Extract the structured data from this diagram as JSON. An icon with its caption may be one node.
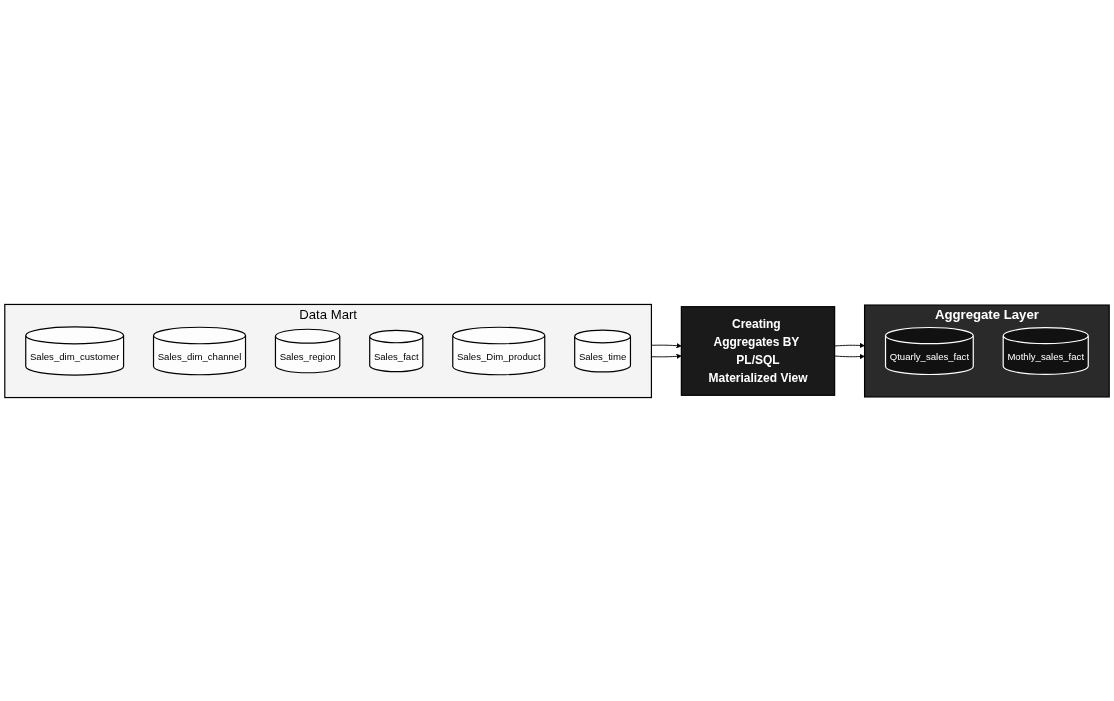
{
  "diagram": {
    "nodes": [
      {
        "text": [
          "Data Mart"
        ]
      },
      {
        "text": [
          "Sales_dim_customer"
        ],
        "in": 0
      },
      {
        "text": [
          "Sales_dim_channel"
        ],
        "in": 0
      },
      {
        "text": [
          "Sales_region"
        ],
        "in": 0
      },
      {
        "text": [
          "Sales_fact"
        ],
        "in": 0
      },
      {
        "text": [
          "Sales_Dim_product"
        ],
        "in": 0
      },
      {
        "text": [
          "Sales_time"
        ],
        "in": 0
      },
      {
        "text": [
          "Creating Aggregates BY PL/SQL",
          "Materialized View"
        ]
      },
      {
        "text": [
          "Aggregate Layer"
        ]
      },
      {
        "text": [
          "Qtuarly_sales_fact"
        ],
        "in": 8
      },
      {
        "text": [
          "Mothly_sales_fact"
        ],
        "in": 8
      }
    ],
    "edges": [
      {
        "from": 0,
        "to": 7,
        "arrow": "to"
      },
      {
        "from": 0,
        "to": 7,
        "arrow": "to"
      },
      {
        "from": 7,
        "to": 8,
        "arrow": "to"
      },
      {
        "from": 7,
        "to": 8,
        "arrow": "to"
      }
    ]
  }
}
